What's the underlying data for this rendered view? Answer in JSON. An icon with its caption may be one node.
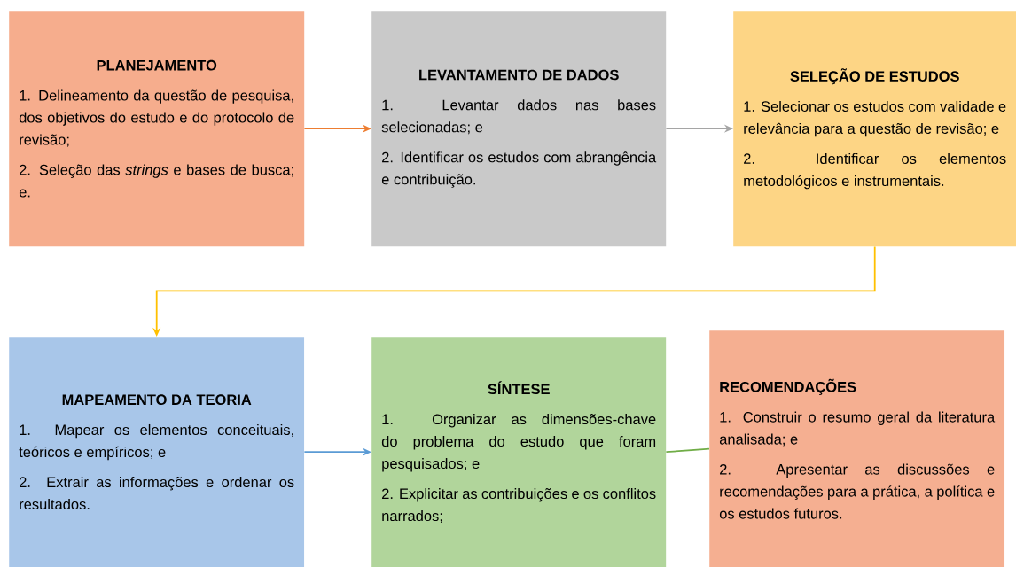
{
  "diagram": {
    "nodes": [
      {
        "text": [
          "PLANEJAMENTO",
          "1. Delineamento da questão de pesquisa, dos objetivos do estudo e do protocolo de revisão;",
          "2. Seleção das *strings* e bases de busca; e."
        ]
      },
      {
        "text": [
          "LEVANTAMENTO DE DADOS",
          "1. Levantar dados nas bases selecionadas; e",
          "2. Identificar os estudos com abrangência e contribuição."
        ]
      },
      {
        "text": [
          "SELEÇÃO DE ESTUDOS",
          "1. Selecionar os estudos com validade e relevância para a questão de revisão; e",
          "2. Identificar os elementos metodológicos e instrumentais."
        ]
      },
      {
        "text": [
          "MAPEAMENTO DA TEORIA",
          "1. Mapear os elementos conceituais, teóricos e empíricos; e",
          "2. Extrair as informações e ordenar os resultados."
        ]
      },
      {
        "text": [
          "SÍNTESE",
          "1. Organizar as dimensões-chave do problema do estudo que foram pesquisados; e",
          "2. Explicitar as contribuições e os conflitos narrados;"
        ]
      },
      {
        "text": [
          "RECOMENDAÇÕES",
          "1. Construir o resumo geral da literatura analisada; e",
          "2. Apresentar as discussões e recomendações para a prática, a política e os estudos futuros."
        ]
      }
    ],
    "edges": [
      {
        "from": 0,
        "to": 1,
        "arrow": "to",
        "color": "#ed7d31"
      },
      {
        "from": 1,
        "to": 2,
        "arrow": "to",
        "color": "#a5a5a5"
      },
      {
        "from": 2,
        "to": 3,
        "arrow": "to",
        "color": "#ffc000"
      },
      {
        "from": 3,
        "to": 4,
        "arrow": "to",
        "color": "#5b9bd5"
      },
      {
        "from": 4,
        "to": 5,
        "arrow": "none",
        "color": "#70ad47"
      }
    ]
  }
}
